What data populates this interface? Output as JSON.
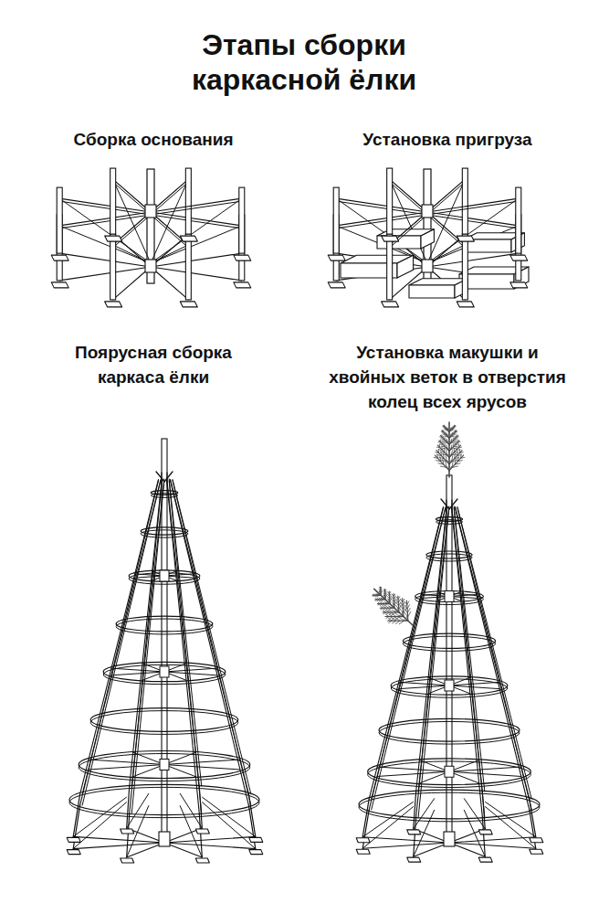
{
  "diagram": {
    "title": "Этапы сборки каркасной ёлки",
    "labels": [
      "Сборка основания",
      "Установка пригруза",
      "Поярусная сборка каркаса ёлки",
      "Установка макушки и хвойных веток в отверстия колец всех ярусов"
    ]
  }
}
